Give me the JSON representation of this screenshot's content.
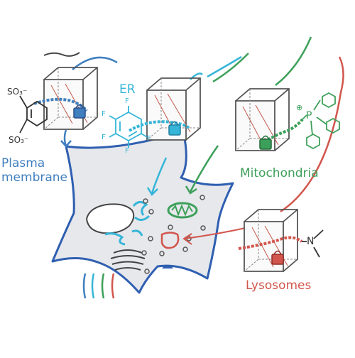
{
  "labels": {
    "plasma_line1": "Plasma",
    "plasma_line2": "membrane",
    "er": "ER",
    "mitochondria": "Mitochondria",
    "lysosomes": "Lysosomes"
  },
  "chem_text": {
    "so3_top": "SO₃⁻",
    "so3_bottom": "SO₃⁻",
    "fluorine": "F",
    "phosphorus": "P",
    "phosphonium_charge": "⊕",
    "nitrogen": "N"
  },
  "colors": {
    "plasma": "#3f7fbf",
    "er": "#35b5d8",
    "mitochondria": "#3da05a",
    "lysosomes": "#d2564d",
    "cell_fill": "#e6e8ec",
    "cell_stroke": "#2f5fb0",
    "box": "#555555"
  }
}
